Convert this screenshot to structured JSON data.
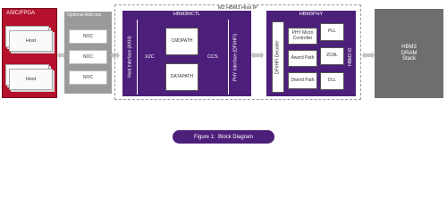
{
  "asic": {
    "title": "ASIC/FPGA",
    "host_top": "Host",
    "host_bottom": "Host"
  },
  "addons": {
    "title": "Optional Add ons",
    "items": [
      "NOC",
      "NOC",
      "NOC"
    ]
  },
  "host_ip": {
    "title": "M2 HBM3 Host IP"
  },
  "mctl": {
    "title": "HBM3MCTL",
    "host_interface": "Host Interface (AXI4)",
    "x2c": "X2C",
    "cmdpath": "CMDPATH",
    "datapath": "DATAPATH",
    "ccs": "CCS",
    "phy_interface": "PHY Interface (DFI/HFI)"
  },
  "phy": {
    "title": "HBM3PHY",
    "decoder": "DFI/HFI Decoder",
    "micro": "PHY Micro Controller",
    "aword": "Aword Path",
    "dword": "Dword Path",
    "pll": "PLL",
    "zcal": "ZCAL",
    "dll": "DLL",
    "io": "HBM3 IO"
  },
  "dram": {
    "label": "HBM3 DRAM Stack"
  },
  "caption": "Figure 1:  Block Diagram",
  "colors": {
    "purple": "#4c1f7a",
    "red": "#b5102c",
    "gray": "#9a9a9a"
  }
}
